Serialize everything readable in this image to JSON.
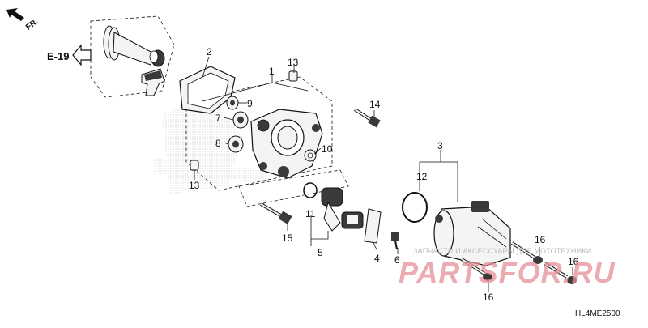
{
  "diagram": {
    "front_marker": "FR.",
    "reference_ref": "E-19",
    "diagram_code": "HL4ME2500",
    "callouts": [
      {
        "id": "c1",
        "text": "1"
      },
      {
        "id": "c2",
        "text": "2"
      },
      {
        "id": "c3",
        "text": "3"
      },
      {
        "id": "c4",
        "text": "4"
      },
      {
        "id": "c5",
        "text": "5"
      },
      {
        "id": "c6",
        "text": "6"
      },
      {
        "id": "c7",
        "text": "7"
      },
      {
        "id": "c8",
        "text": "8"
      },
      {
        "id": "c9",
        "text": "9"
      },
      {
        "id": "c10",
        "text": "10"
      },
      {
        "id": "c11",
        "text": "11"
      },
      {
        "id": "c12",
        "text": "12"
      },
      {
        "id": "c13a",
        "text": "13"
      },
      {
        "id": "c13b",
        "text": "13"
      },
      {
        "id": "c14",
        "text": "14"
      },
      {
        "id": "c15",
        "text": "15"
      },
      {
        "id": "c16a",
        "text": "16"
      },
      {
        "id": "c16b",
        "text": "16"
      },
      {
        "id": "c16c",
        "text": "16"
      }
    ]
  },
  "watermark": {
    "caption": "ЗАПЧАСТИ И АКСЕССУАРЫ ДЛЯ МОТОТЕХНИКИ",
    "brand": "PARTSFOR.RU"
  },
  "colors": {
    "ink": "#111111",
    "part_fill": "#f4f4f4",
    "dark_part": "#3a3a3a",
    "watermark_red": "#e58f98",
    "watermark_gray": "#b9b9b9"
  }
}
